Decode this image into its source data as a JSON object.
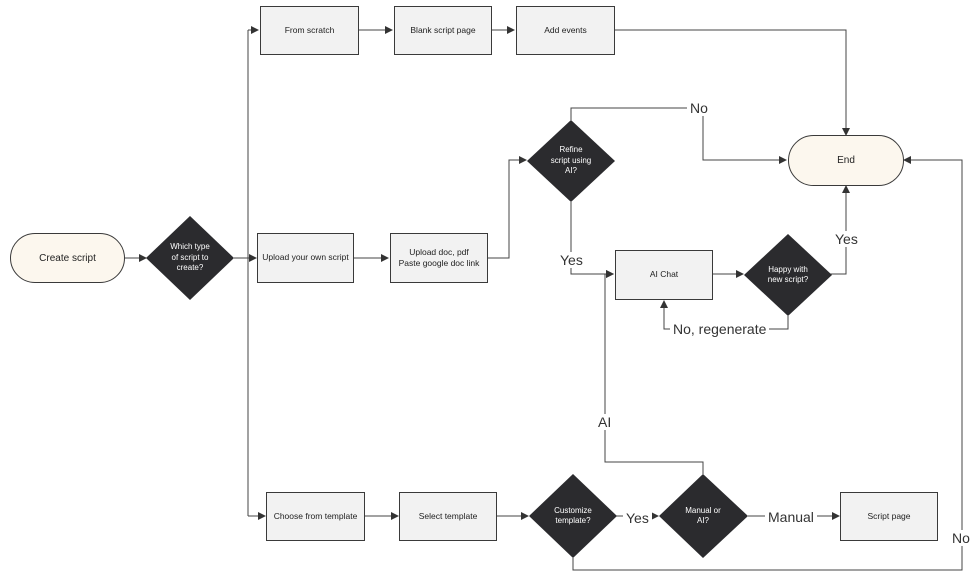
{
  "nodes": {
    "create_script": "Create script",
    "which_type": "Which type\nof script to\ncreate?",
    "from_scratch": "From scratch",
    "blank_script_page": "Blank script page",
    "add_events": "Add events",
    "end": "End",
    "upload_own": "Upload your own script",
    "upload_doc": "Upload doc, pdf\nPaste google doc link",
    "refine_ai": "Refine\nscript using\nAI?",
    "ai_chat": "AI Chat",
    "happy": "Happy with\nnew script?",
    "choose_template": "Choose from template",
    "select_template": "Select template",
    "customize": "Customize\ntemplate?",
    "manual_or_ai": "Manual or\nAI?",
    "script_page": "Script page"
  },
  "edge_labels": {
    "refine_no": "No",
    "refine_yes": "Yes",
    "happy_yes": "Yes",
    "happy_no": "No, regenerate",
    "ai": "AI",
    "customize_yes": "Yes",
    "manual": "Manual",
    "customize_no": "No"
  }
}
